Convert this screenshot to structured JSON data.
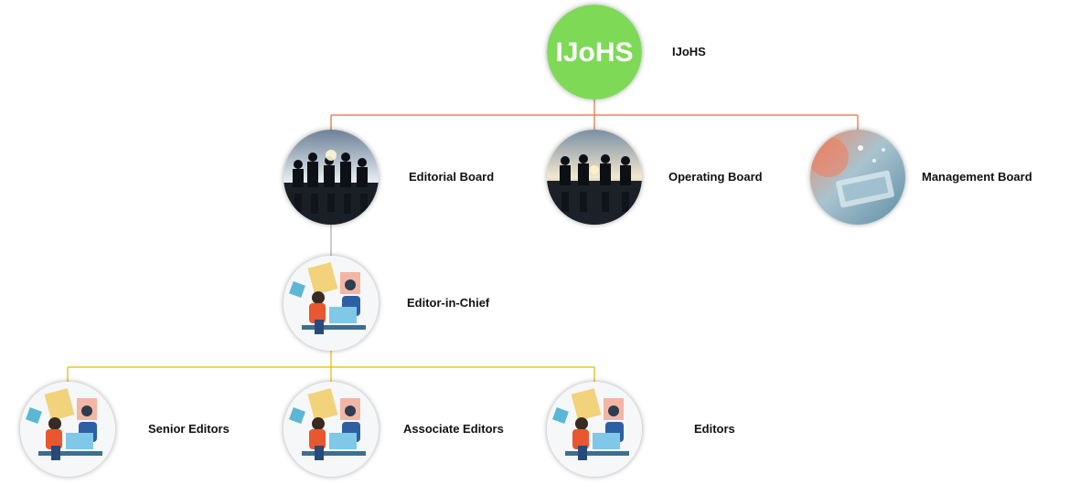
{
  "root": {
    "logo_text": "IJoHS",
    "label": "IJoHS",
    "fill": "#7ED957"
  },
  "boards": [
    {
      "label": "Editorial Board",
      "image": "board-meeting-silhouette"
    },
    {
      "label": "Operating Board",
      "image": "board-meeting-silhouette"
    },
    {
      "label": "Management Board",
      "image": "office-laptop-photo"
    }
  ],
  "chief": {
    "label": "Editor-in-Chief",
    "image": "editors-illustration"
  },
  "editors": [
    {
      "label": "Senior Editors",
      "image": "editors-illustration"
    },
    {
      "label": "Associate Editors",
      "image": "editors-illustration"
    },
    {
      "label": "Editors",
      "image": "editors-illustration"
    }
  ],
  "colors": {
    "top_connector": "#E36C3A",
    "mid_connector": "#A9A9A9",
    "bottom_connector": "#E7B900"
  }
}
